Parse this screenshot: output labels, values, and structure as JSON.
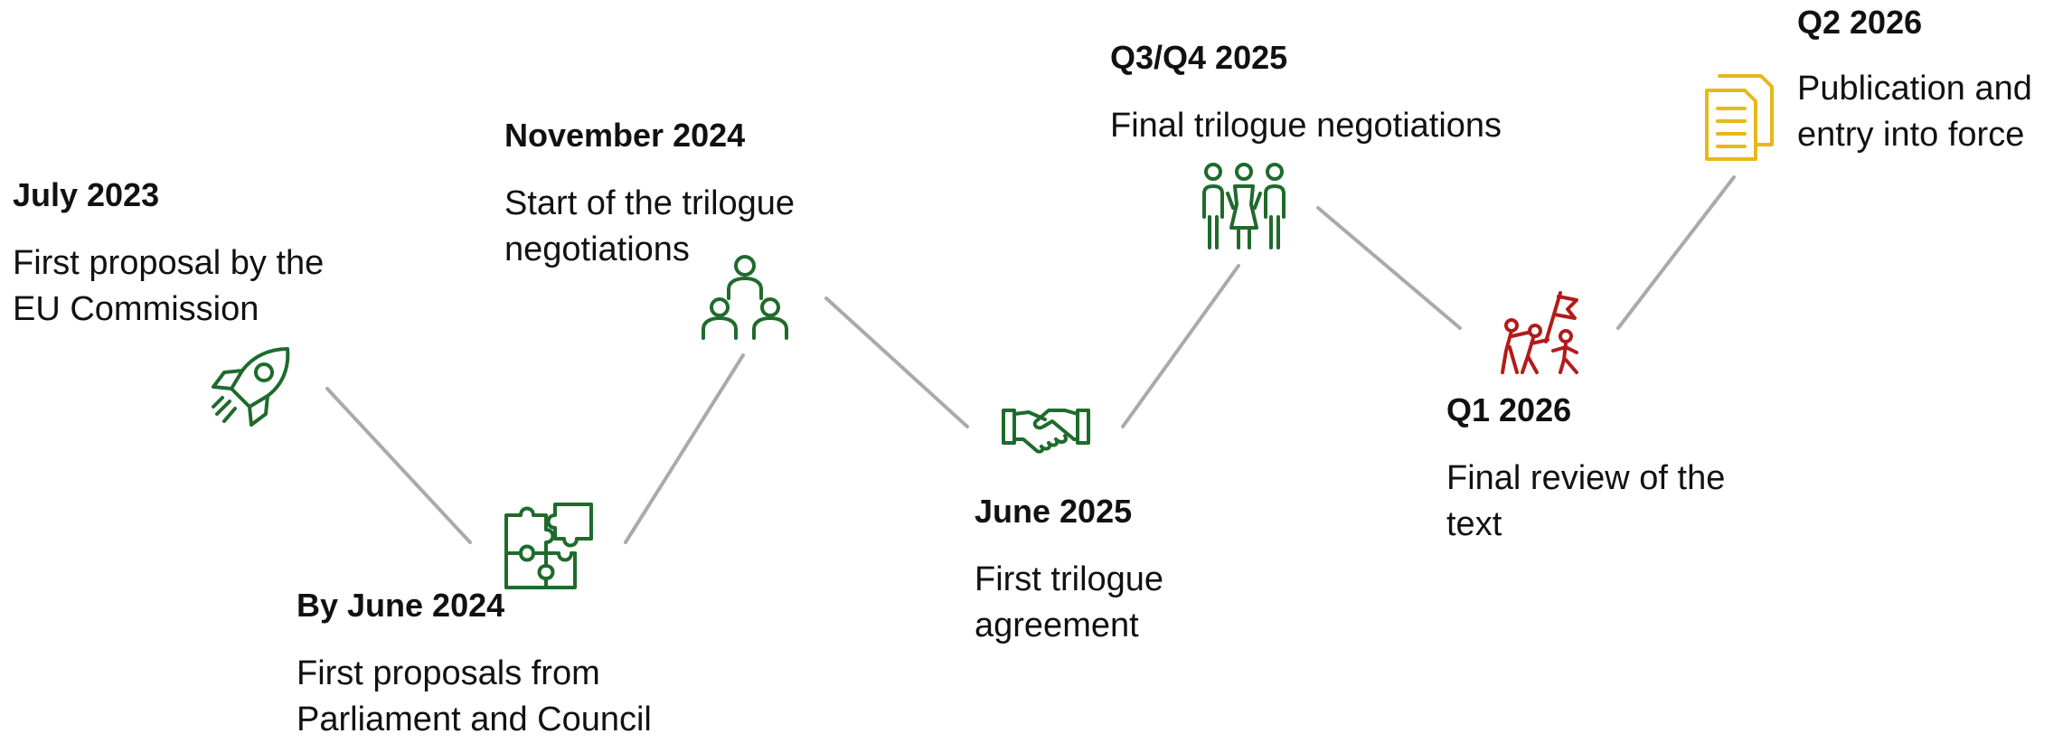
{
  "milestones": [
    {
      "date": "July 2023",
      "text_lines": [
        "First proposal by the",
        "EU Commission"
      ],
      "icon": "rocket-icon",
      "color": "#1e6b2c"
    },
    {
      "date": "By June 2024",
      "text_lines": [
        "First proposals from",
        "Parliament and Council"
      ],
      "icon": "puzzle-icon",
      "color": "#1e6b2c"
    },
    {
      "date": "November 2024",
      "text_lines": [
        "Start of the trilogue",
        "negotiations"
      ],
      "icon": "hierarchy-people-icon",
      "color": "#1e6b2c"
    },
    {
      "date": "June 2025",
      "text_lines": [
        "First trilogue",
        "agreement"
      ],
      "icon": "handshake-icon",
      "color": "#1e6b2c"
    },
    {
      "date": "Q3/Q4 2025",
      "text_lines": [
        "Final trilogue negotiations"
      ],
      "icon": "group-people-icon",
      "color": "#1e6b2c"
    },
    {
      "date": "Q1 2026",
      "text_lines": [
        "Final review of the",
        "text"
      ],
      "icon": "team-flag-icon",
      "color": "#b31b1b"
    },
    {
      "date": "Q2 2026",
      "text_lines": [
        "Publication and",
        "entry into force"
      ],
      "icon": "documents-icon",
      "color": "#e8b818"
    }
  ],
  "connector_color": "#aaaaaa"
}
